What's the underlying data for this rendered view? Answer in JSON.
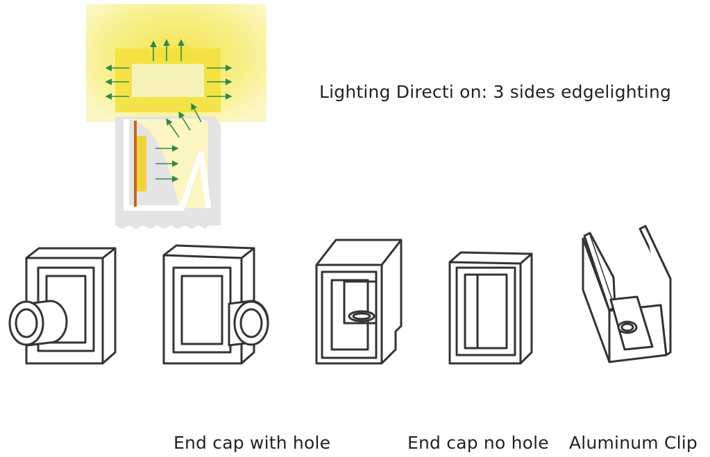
{
  "diagram": {
    "heading": "Lighting Directi on: 3 sides edgelighting",
    "labels": {
      "end_cap_with_hole": "End cap with hole",
      "end_cap_no_hole": "End cap no hole",
      "aluminum_clip": "Aluminum Clip"
    },
    "colors": {
      "glow_yellow": "#f6ef7e",
      "glow_core": "#f4e04c",
      "arrow_green": "#2e8b45",
      "led_strip": "#c8641e",
      "profile_gray": "#e6e6e6"
    }
  }
}
